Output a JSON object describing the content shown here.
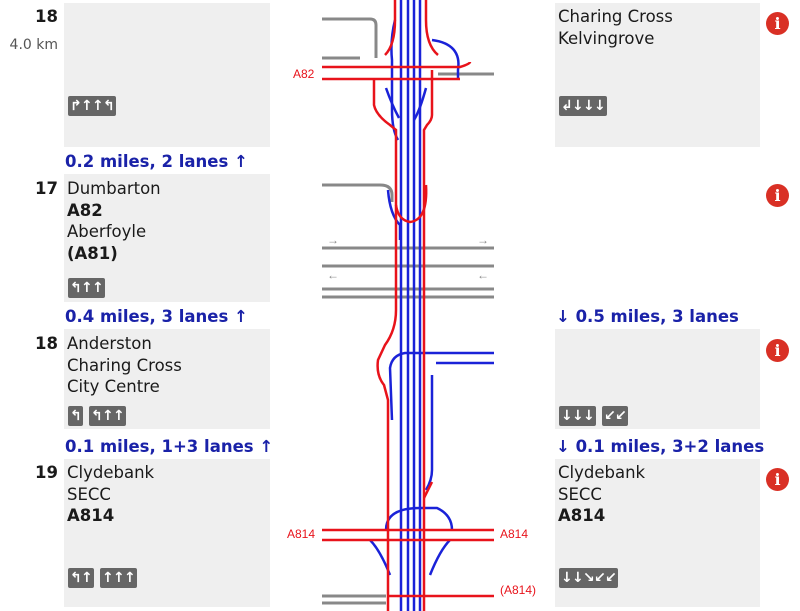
{
  "junctions": [
    {
      "number": "18",
      "distance": "4.0 km",
      "left_destinations": [],
      "left_lanes": [
        [
          "↱",
          "↑",
          "↑",
          "↰"
        ]
      ],
      "right_destinations": [
        {
          "text": "Charing Cross",
          "road": false
        },
        {
          "text": "Kelvingrove",
          "road": false
        }
      ],
      "right_lanes": [
        [
          "↲",
          "↓",
          "↓",
          "↓"
        ]
      ]
    },
    {
      "number": "17",
      "left_destinations": [
        {
          "text": "Dumbarton",
          "road": false
        },
        {
          "text": "A82",
          "road": true
        },
        {
          "text": "Aberfoyle",
          "road": false
        },
        {
          "text": "(A81)",
          "road": true
        }
      ],
      "left_lanes": [
        [
          "↰",
          "↑",
          "↑"
        ]
      ]
    },
    {
      "number": "18",
      "left_destinations": [
        {
          "text": "Anderston",
          "road": false
        },
        {
          "text": "Charing Cross",
          "road": false
        },
        {
          "text": "City Centre",
          "road": false
        }
      ],
      "left_lanes": [
        [
          "↰"
        ],
        [
          "↰",
          "↑",
          "↑"
        ]
      ],
      "right_lanes": [
        [
          "↓",
          "↓",
          "↓"
        ],
        [
          "↙",
          "↙"
        ]
      ]
    },
    {
      "number": "19",
      "left_destinations": [
        {
          "text": "Clydebank",
          "road": false
        },
        {
          "text": "SECC",
          "road": false
        },
        {
          "text": "A814",
          "road": true
        }
      ],
      "left_lanes": [
        [
          "↰",
          "↑"
        ],
        [
          "↑",
          "↑",
          "↑"
        ]
      ],
      "right_destinations": [
        {
          "text": "Clydebank",
          "road": false
        },
        {
          "text": "SECC",
          "road": false
        },
        {
          "text": "A814",
          "road": true
        }
      ],
      "right_lanes": [
        [
          "↓",
          "↓",
          "↘",
          "↙",
          "↙"
        ]
      ]
    }
  ],
  "segments_left": [
    {
      "label": "0.2 miles, 2 lanes",
      "arrow": "↑"
    },
    {
      "label": "0.4 miles, 3 lanes",
      "arrow": "↑"
    },
    {
      "label": "0.1 miles, 1+3 lanes",
      "arrow": "↑"
    }
  ],
  "segments_right": [
    {
      "label": "0.5 miles, 3 lanes",
      "arrow": "↓"
    },
    {
      "label": "0.1 miles, 3+2 lanes",
      "arrow": "↓"
    }
  ],
  "map_labels": {
    "a82": "A82",
    "a814_left": "A814",
    "a814_right": "A814",
    "a814_paren": "(A814)",
    "arrow_right": "→",
    "arrow_left": "←"
  },
  "info_icon": {
    "glyph": "i",
    "color": "#d93025"
  },
  "colors": {
    "road_red": "#e8131b",
    "lane_blue": "#1a22d8",
    "grey_road": "#888888",
    "text_blue": "#1a22a8",
    "card": "#efefef"
  }
}
